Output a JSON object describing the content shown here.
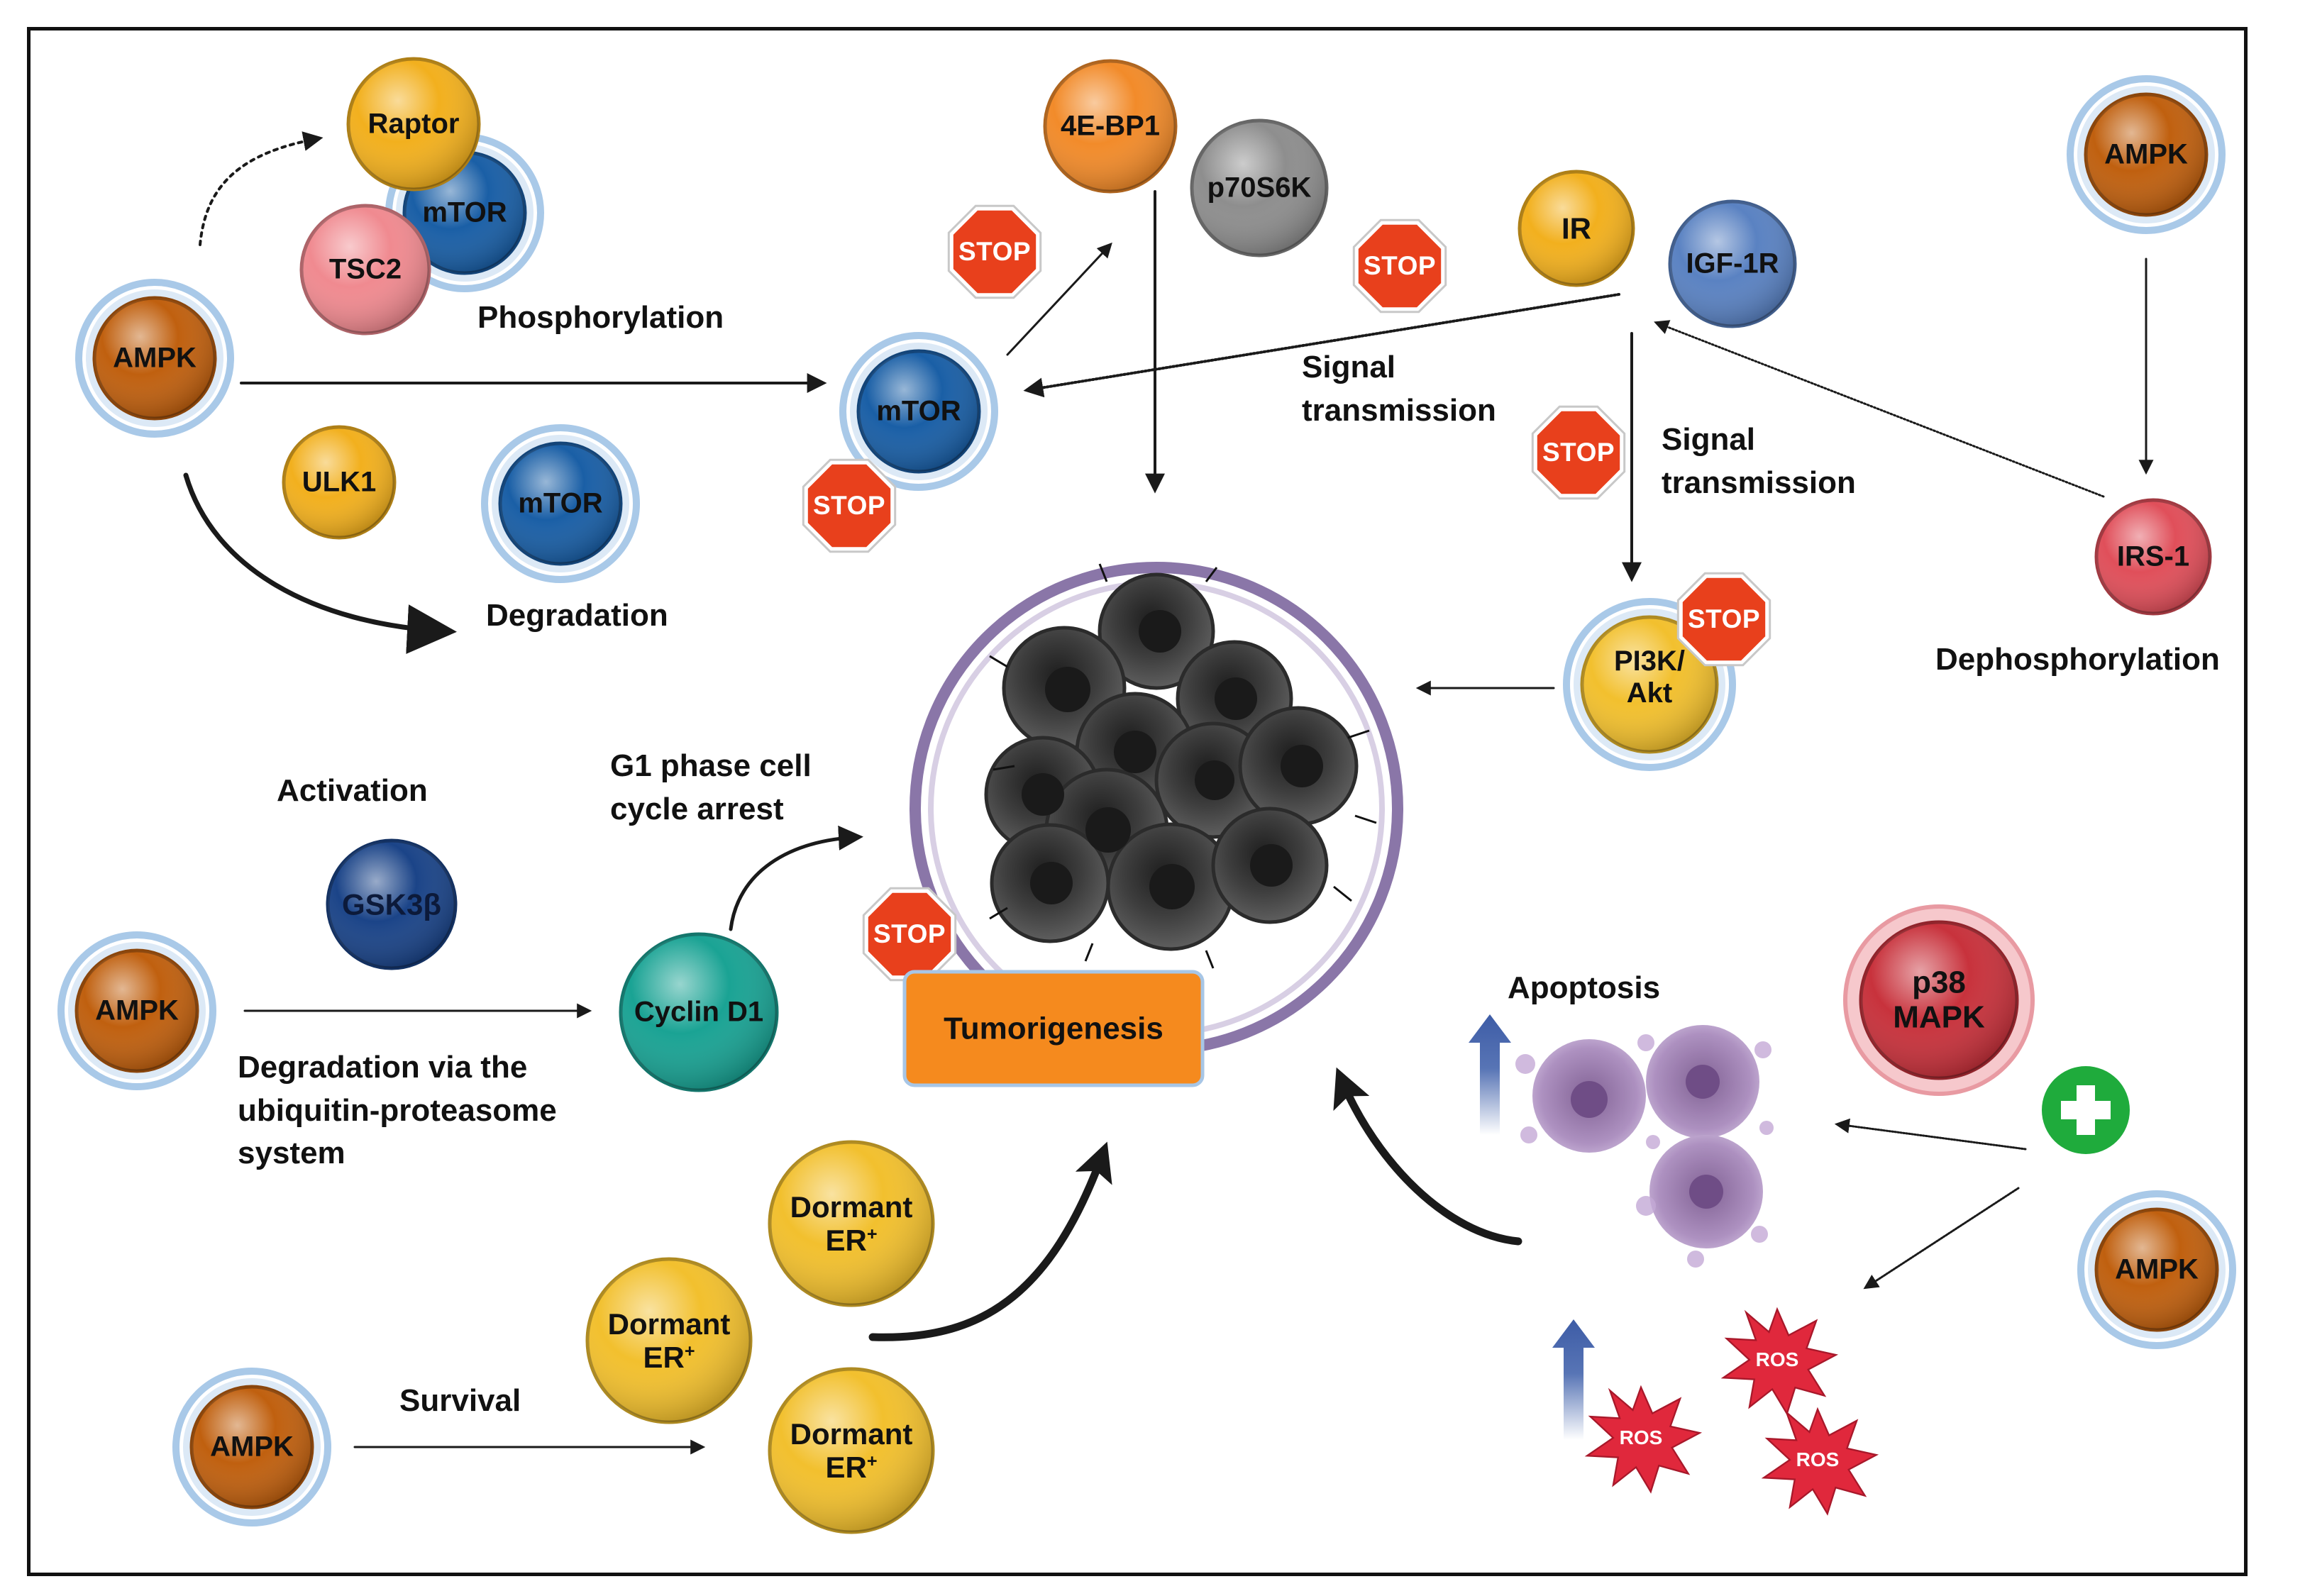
{
  "nodes": {
    "ampk": "AMPK",
    "raptor": "Raptor",
    "mtor": "mTOR",
    "tsc2": "TSC2",
    "ulk1": "ULK1",
    "eb41": "4E-BP1",
    "p70s6k": "p70S6K",
    "ir": "IR",
    "igf1r": "IGF-1R",
    "irs1": "IRS-1",
    "pi3k_line1": "PI3K/",
    "pi3k_line2": "Akt",
    "gsk3b": "GSK3β",
    "cyclin_d1": "Cyclin D1",
    "dormant": "Dormant",
    "er": "ER",
    "er_sup": "+",
    "p38_line1": "p38",
    "p38_line2": "MAPK"
  },
  "labels": {
    "phosphorylation": "Phosphorylation",
    "degradation": "Degradation",
    "signal_transmission_1": "Signal",
    "signal_transmission_2": "transmission",
    "dephosphorylation": "Dephosphorylation",
    "activation": "Activation",
    "g1_line1": "G1 phase cell",
    "g1_line2": "cycle arrest",
    "ubiq_line1": "Degradation via the",
    "ubiq_line2": "ubiquitin-proteasome",
    "ubiq_line3": "system",
    "survival": "Survival",
    "apoptosis": "Apoptosis",
    "tumorigenesis": "Tumorigenesis"
  },
  "stop_sign": "STOP",
  "ros": "ROS",
  "colors": {
    "ampk_core": "#c0600f",
    "ampk_ring": "#a9c9e8",
    "mtor_core": "#1a5fa6",
    "raptor": "#f2b01e",
    "tsc2": "#f08a90",
    "ulk1": "#f2b01e",
    "eb41": "#f28b2a",
    "p70s6k": "#8e8e8e",
    "ir": "#f2b01e",
    "igf1r": "#5a82c2",
    "irs1": "#e04f5a",
    "pi3k": "#f2c02e",
    "gsk3b": "#1b4488",
    "cyclin_d1": "#1aa394",
    "dormant": "#f2c02e",
    "p38": "#c8323c",
    "stop": "#e8401c",
    "ros": "#e0283c",
    "tumor_box": "#f58a1e",
    "ring": "#8a76a8",
    "plus": "#1fab3c",
    "up_arrow": "#4565ad"
  }
}
